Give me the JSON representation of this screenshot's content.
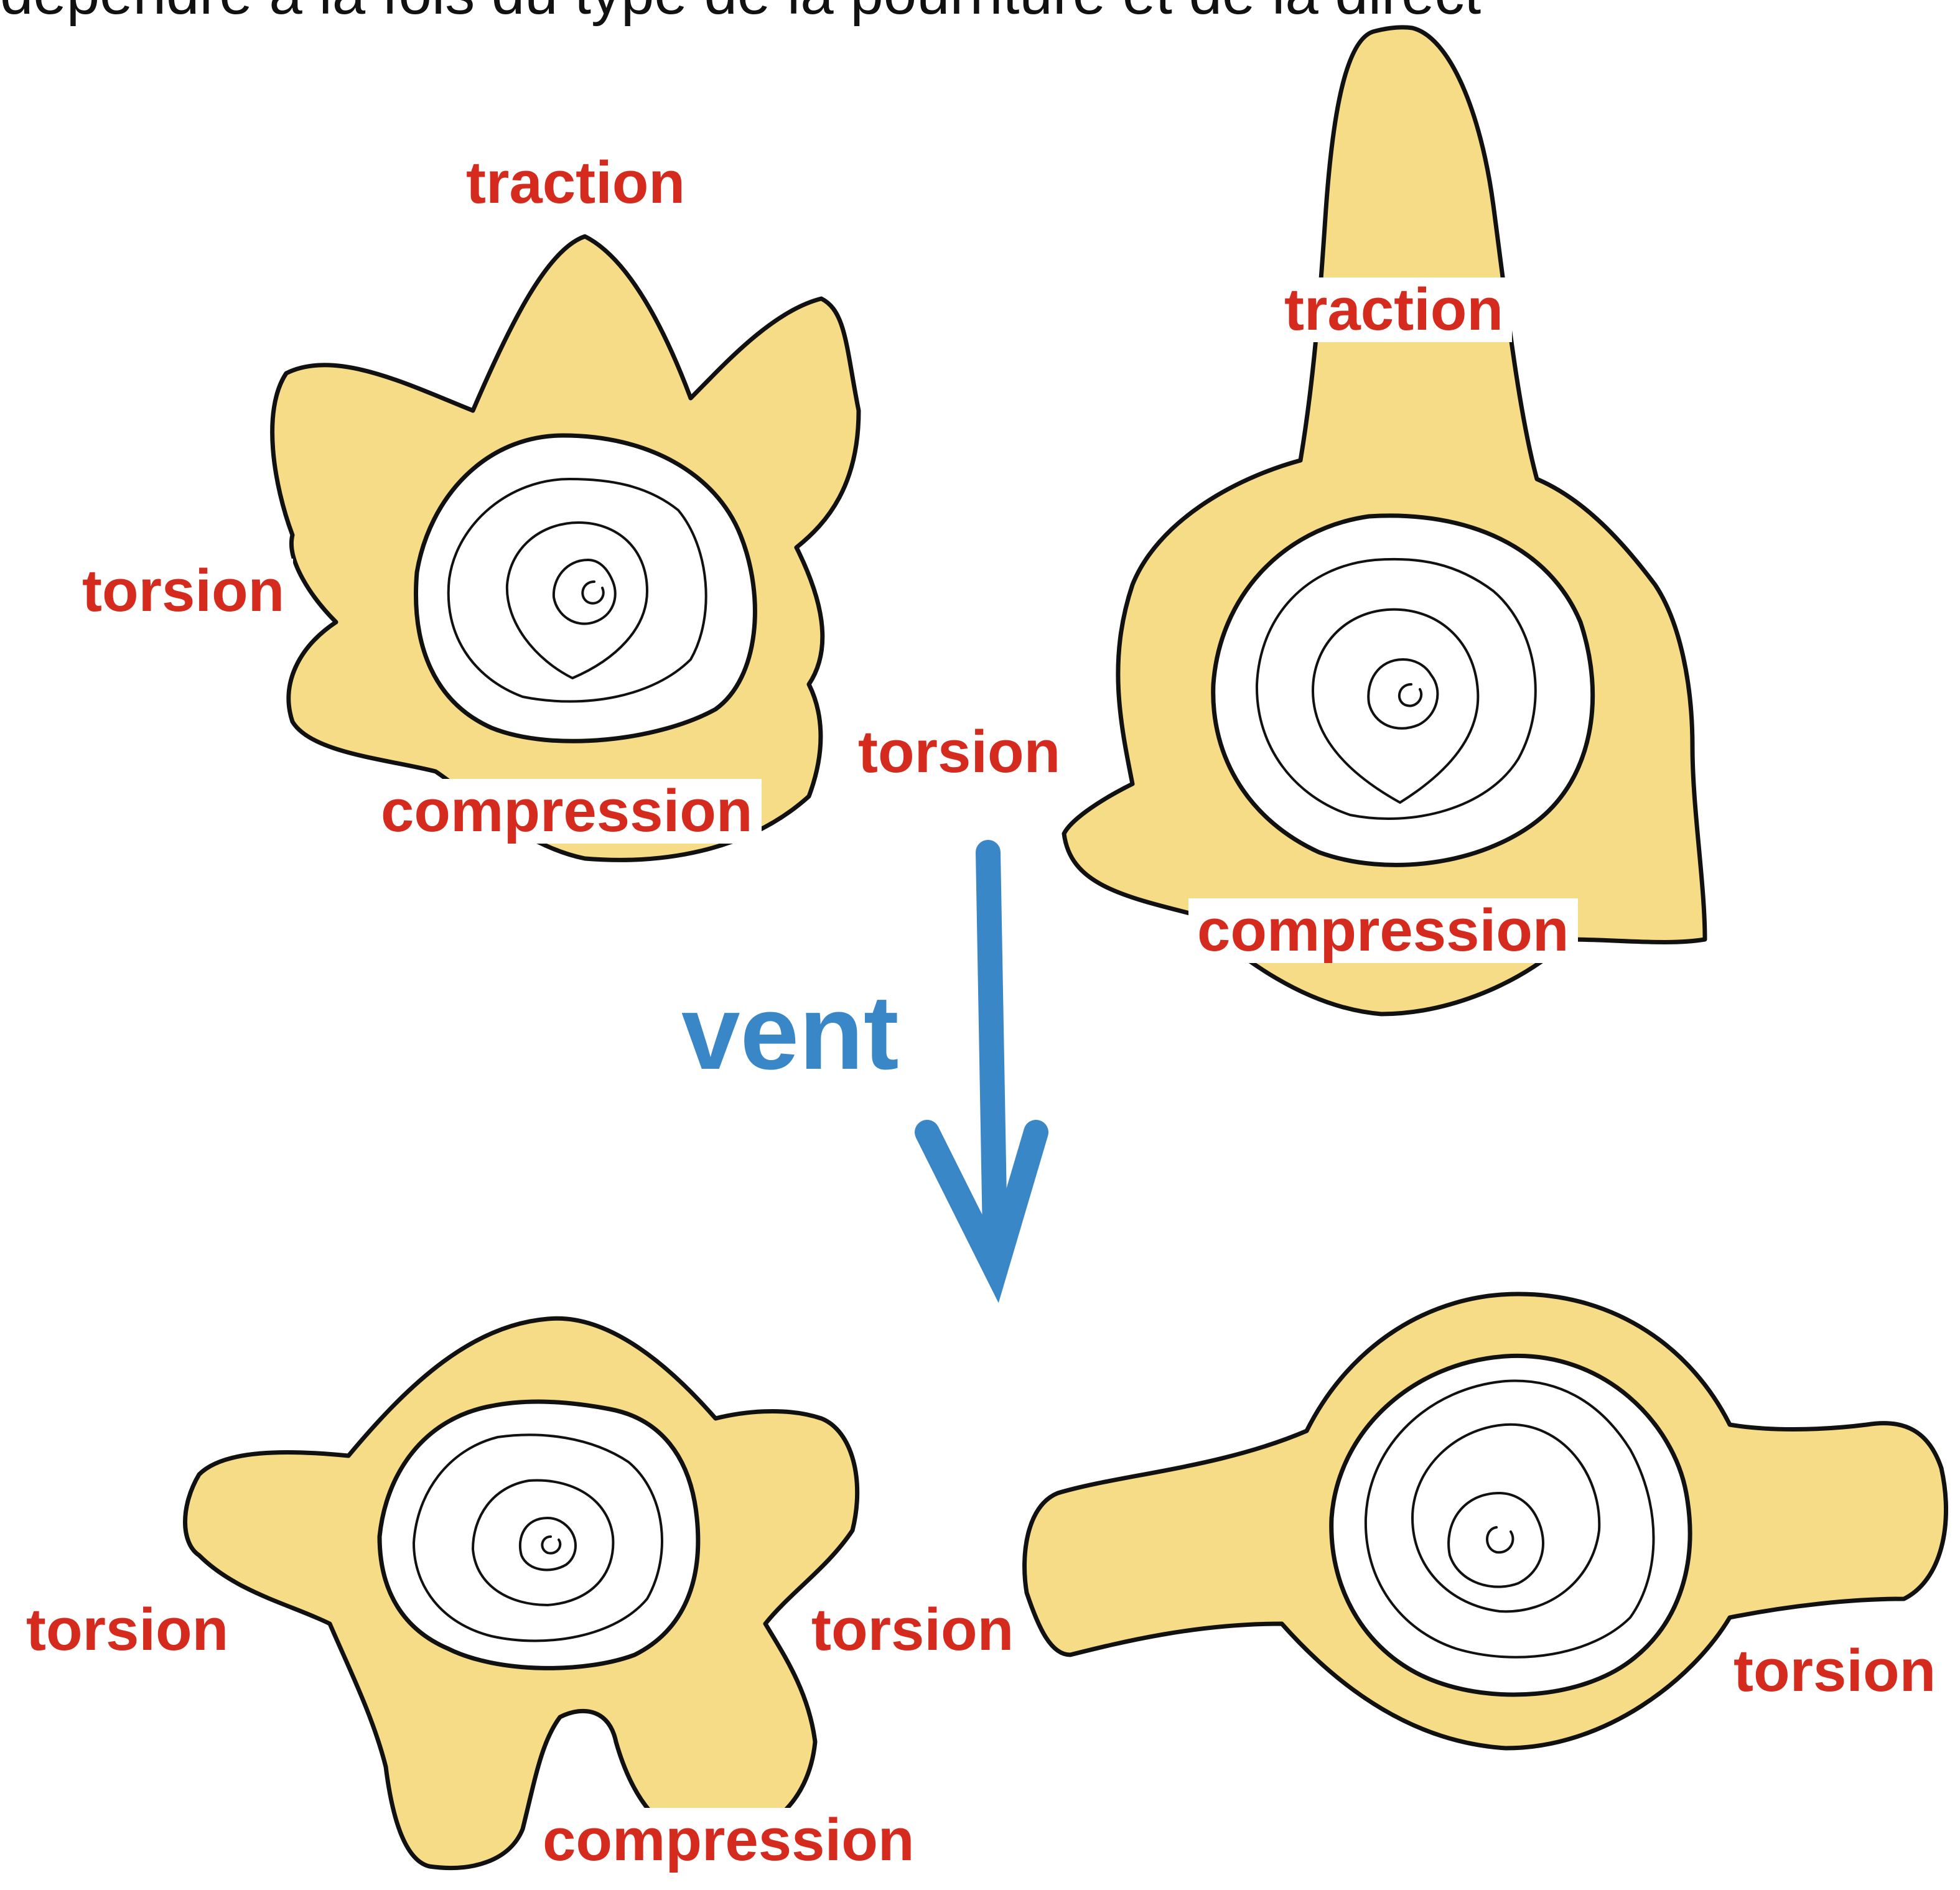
{
  "caption": "dépendre à la fois du type de la pourriture et de la direct",
  "wind_label": "vent",
  "colors": {
    "wood": "#f6dc86",
    "outline": "#111111",
    "label": "#d52b1e",
    "wind": "#3a87c8"
  },
  "diagrams": [
    {
      "id": "top-left",
      "labels": {
        "top": "traction",
        "left": "torsion",
        "bottom": "compression"
      }
    },
    {
      "id": "top-right",
      "labels": {
        "top": "traction",
        "left": "torsion",
        "bottom": "compression"
      }
    },
    {
      "id": "bottom-left",
      "labels": {
        "left": "torsion",
        "right": "torsion",
        "bottom": "compression"
      }
    },
    {
      "id": "bottom-right",
      "labels": {
        "right": "torsion"
      }
    }
  ]
}
